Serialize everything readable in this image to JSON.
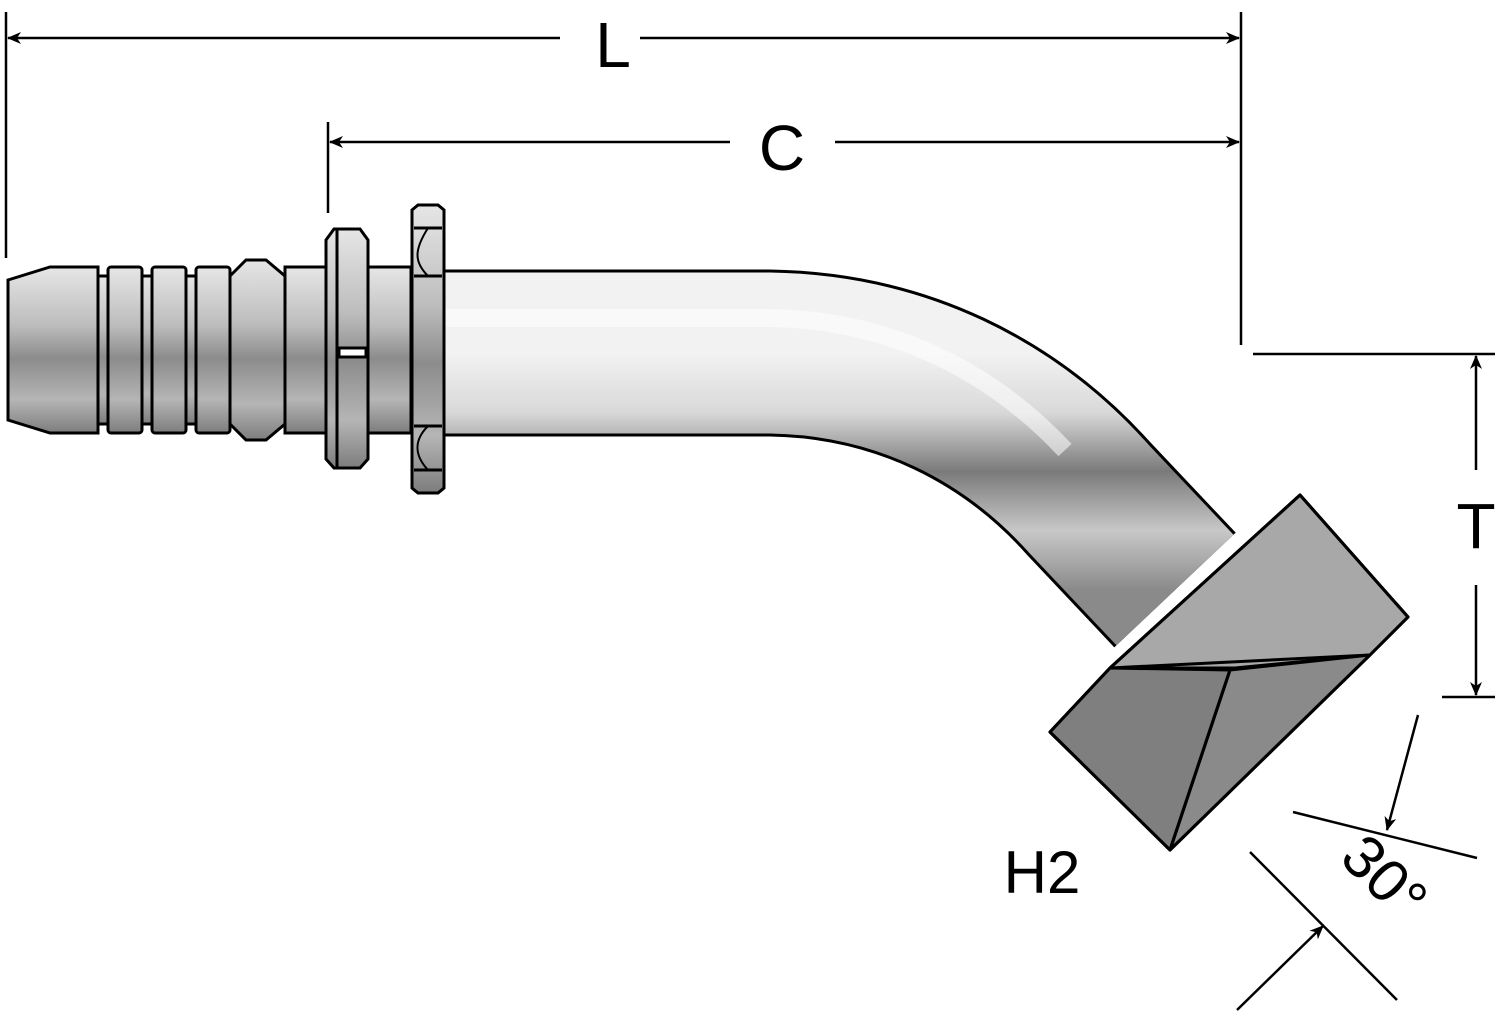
{
  "drawing": {
    "dimensions": {
      "overall_length": "L",
      "center_length": "C",
      "offset": "T",
      "hex_size": "H2",
      "angle": "30°"
    }
  }
}
